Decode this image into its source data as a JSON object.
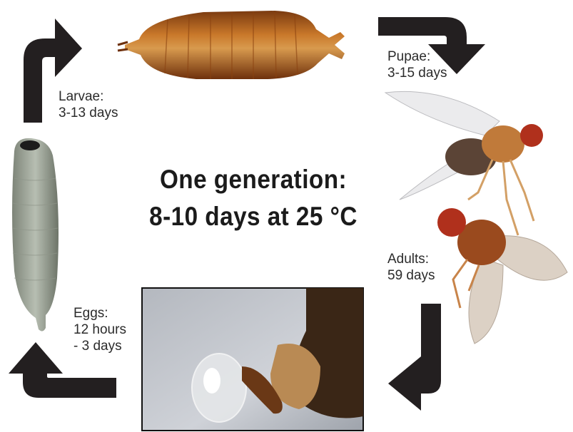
{
  "stages": {
    "pupae": {
      "name": "Pupae:",
      "duration": "3-15 days"
    },
    "adults": {
      "name": "Adults:",
      "duration": "59 days"
    },
    "eggs": {
      "name": "Eggs:",
      "duration_line1": "12 hours",
      "duration_line2": "- 3 days"
    },
    "larvae": {
      "name": "Larvae:",
      "duration": "3-13 days"
    }
  },
  "center": {
    "line1": "One generation:",
    "line2": "8-10 days at 25 °C"
  },
  "colors": {
    "arrow": "#231f20",
    "background": "#ffffff",
    "pupa": "#b0641c",
    "larva": "#9fa79a",
    "fly_body": "#c07a3a",
    "fly_eye": "#b0301c",
    "photo_bg": "#c9ccd2"
  }
}
